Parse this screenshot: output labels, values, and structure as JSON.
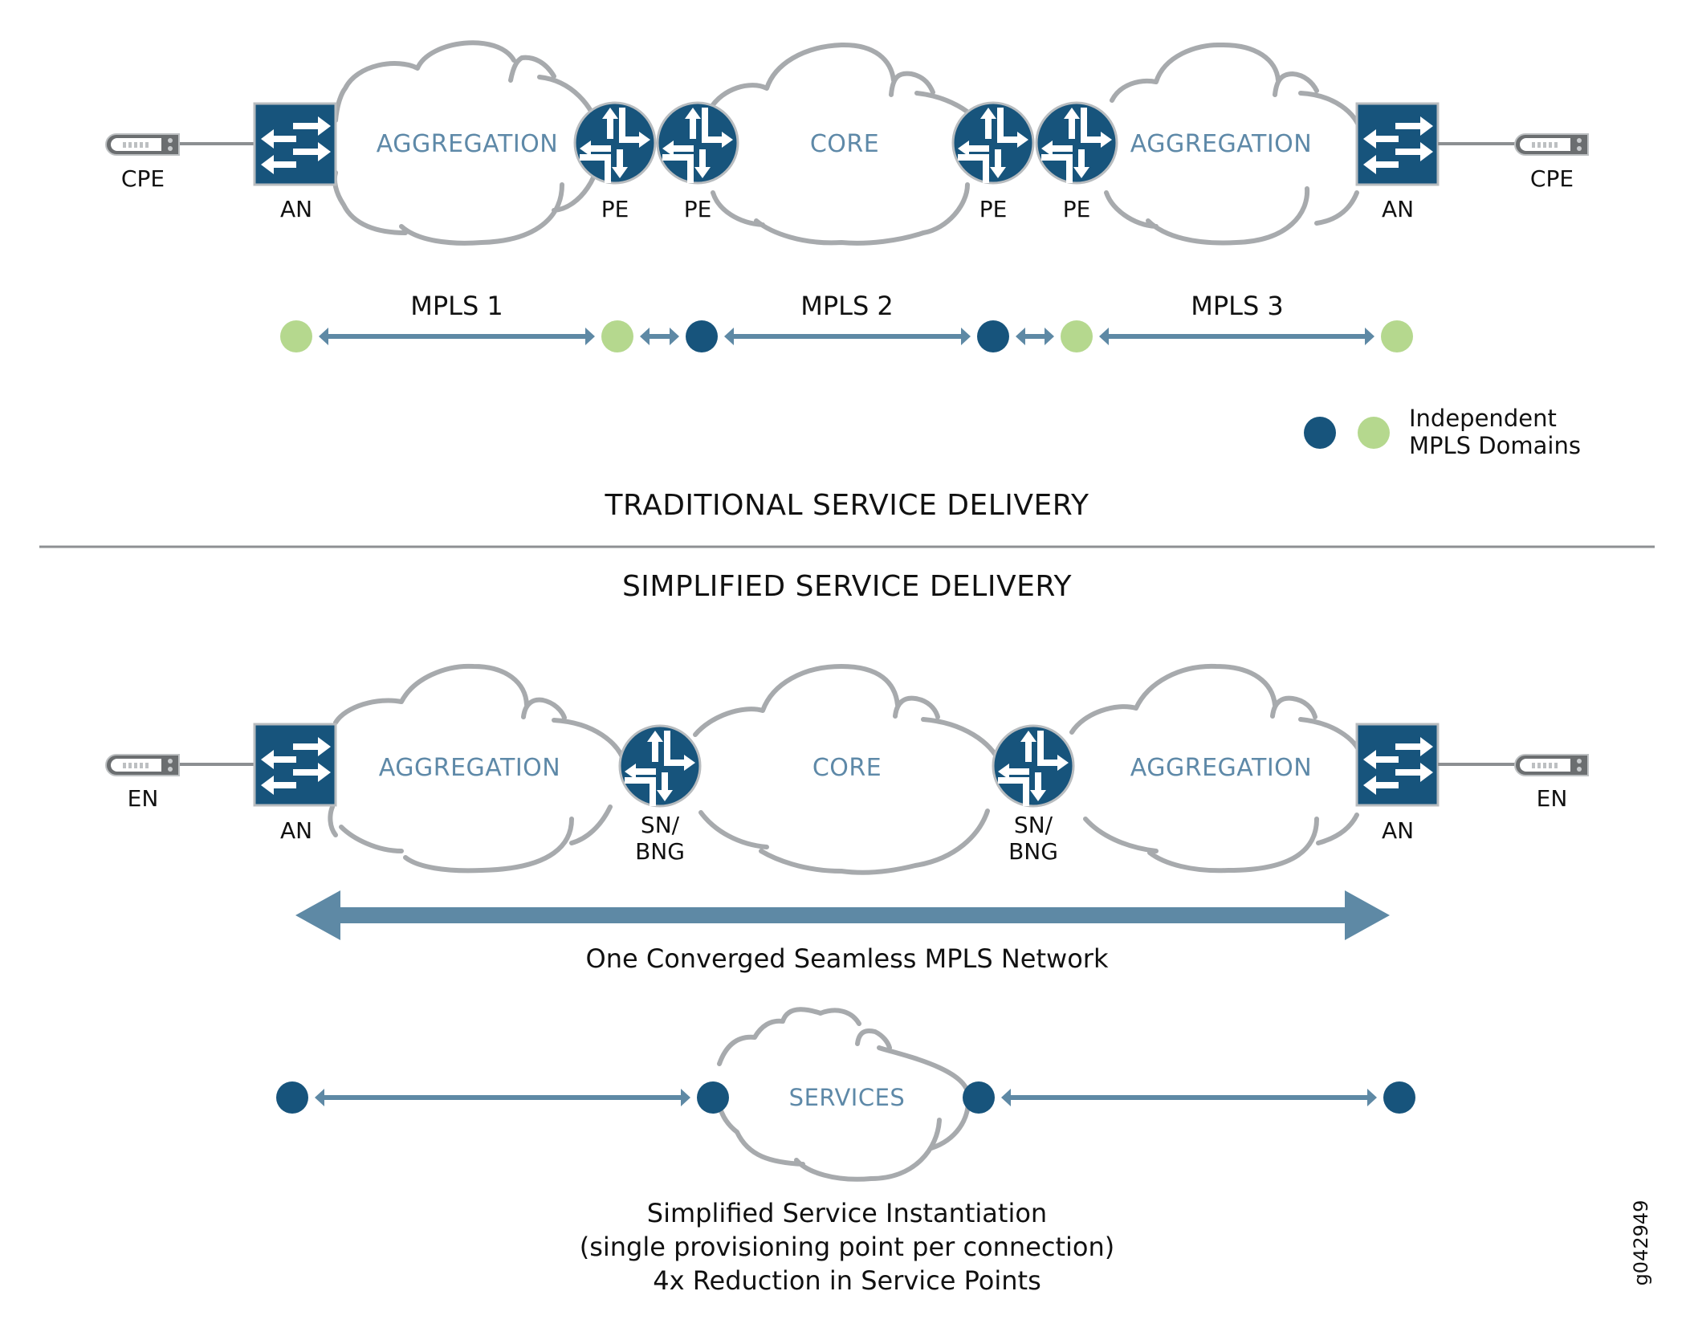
{
  "colors": {
    "device_blue": "#17547C",
    "device_border": "#B8BCBF",
    "cloud_stroke": "#A7AAAD",
    "cloud_label": "#5E89A8",
    "arrow": "#5E89A5",
    "domain_green": "#B5D88E",
    "domain_blue": "#17547C",
    "divider": "#8E9093",
    "cpe_body": "#6B6E70",
    "cpe_screen": "#C8CBCD",
    "text": "#111111"
  },
  "traditional": {
    "title": "TRADITIONAL SERVICE DELIVERY",
    "clouds": [
      "AGGREGATION",
      "CORE",
      "AGGREGATION"
    ],
    "endpoints": [
      "CPE",
      "CPE"
    ],
    "access_nodes": [
      "AN",
      "AN"
    ],
    "routers": [
      "PE",
      "PE",
      "PE",
      "PE"
    ],
    "mpls_segments": [
      "MPLS 1",
      "MPLS 2",
      "MPLS 3"
    ],
    "domain_dots": [
      "green",
      "green",
      "blue",
      "blue",
      "green",
      "green"
    ],
    "legend": {
      "line1": "Independent",
      "line2": "MPLS Domains",
      "colors": [
        "blue",
        "green"
      ]
    }
  },
  "simplified": {
    "title": "SIMPLIFIED SERVICE DELIVERY",
    "clouds": [
      "AGGREGATION",
      "CORE",
      "AGGREGATION"
    ],
    "endpoints": [
      "EN",
      "EN"
    ],
    "access_nodes": [
      "AN",
      "AN"
    ],
    "routers": [
      {
        "line1": "SN/",
        "line2": "BNG"
      },
      {
        "line1": "SN/",
        "line2": "BNG"
      }
    ],
    "converged_caption": "One Converged Seamless MPLS Network",
    "services_cloud": "SERVICES",
    "service_dots": [
      "blue",
      "blue",
      "blue",
      "blue"
    ],
    "summary": [
      "Simplified Service Instantiation",
      "(single provisioning point per connection)",
      "4x Reduction in Service Points"
    ]
  },
  "figure_id": "g042949"
}
